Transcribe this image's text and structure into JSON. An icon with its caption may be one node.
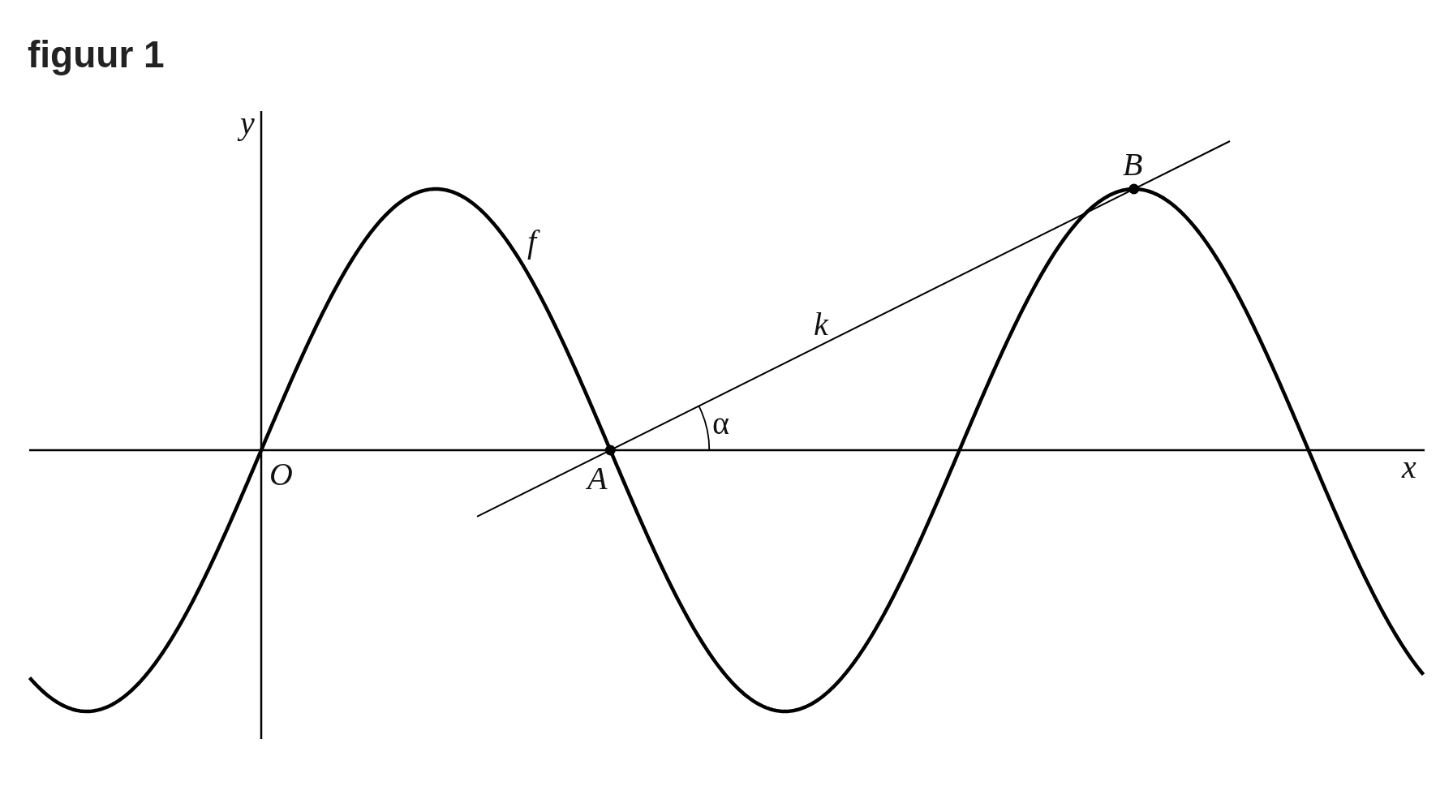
{
  "diagram": {
    "title": "figuur 1",
    "labels": [
      "y",
      "B",
      "f",
      "k",
      "α",
      "O",
      "A",
      "x"
    ]
  }
}
